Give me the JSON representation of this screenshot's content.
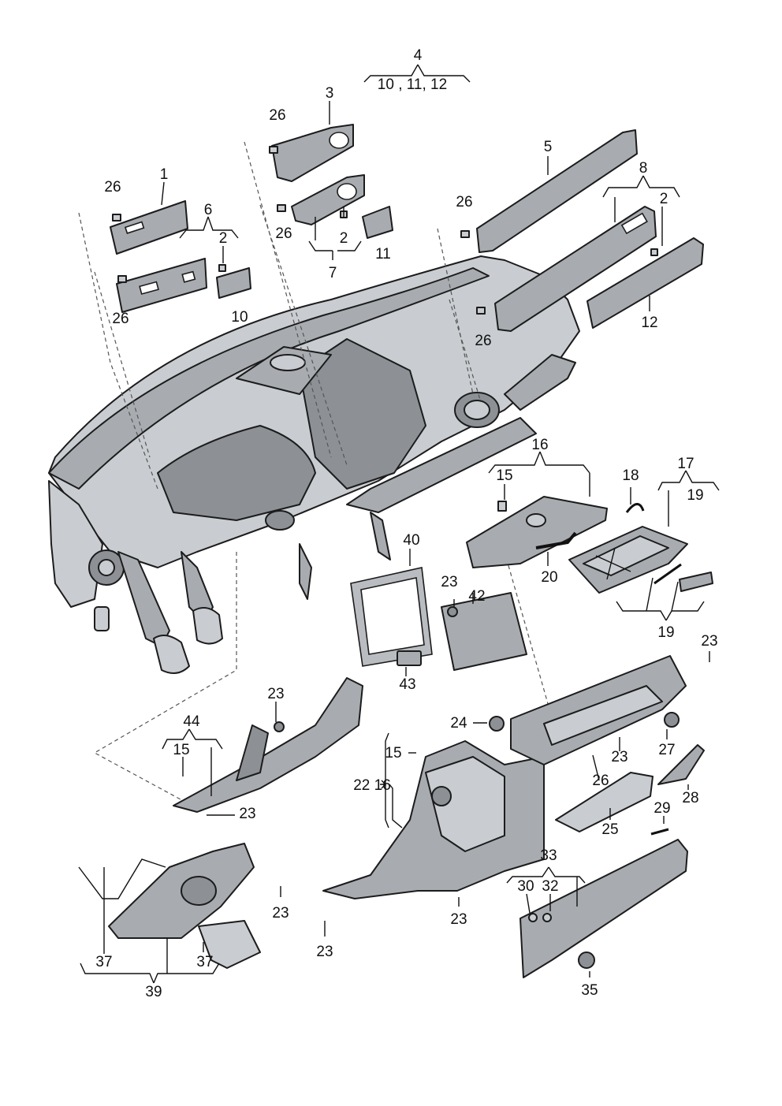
{
  "labels": {
    "l4": "4",
    "l10_11_12": "10 , 11, 12",
    "l3": "3",
    "l26a": "26",
    "l26b": "26",
    "l1": "1",
    "l6": "6",
    "l2a": "2",
    "l26c": "26",
    "l10": "10",
    "l26d": "26",
    "l2b": "2",
    "l7": "7",
    "l11": "11",
    "l5": "5",
    "l8": "8",
    "l2c": "2",
    "l26e": "26",
    "l26f": "26",
    "l12": "12",
    "l16": "16",
    "l15a": "15",
    "l18": "18",
    "l17": "17",
    "l19a": "19",
    "l20": "20",
    "l19b": "19",
    "l40": "40",
    "l23a": "23",
    "l42": "42",
    "l43": "43",
    "l23b": "23",
    "l44": "44",
    "l15b": "15",
    "l23c": "23",
    "l24": "24",
    "l15c": "15",
    "l22_16": "22 16",
    "l23d": "23",
    "l27": "27",
    "l26g": "26",
    "l28": "28",
    "l25": "25",
    "l29": "29",
    "l37a": "37",
    "l23e": "23",
    "l23f": "23",
    "l23g": "23",
    "l33": "33",
    "l30": "30",
    "l32": "32",
    "l37b": "37",
    "l39": "39",
    "l35": "35",
    "l23h": "23"
  },
  "colors": {
    "part_fill": "#a8acb0",
    "outline": "#1c1c1c",
    "background": "#ffffff"
  }
}
